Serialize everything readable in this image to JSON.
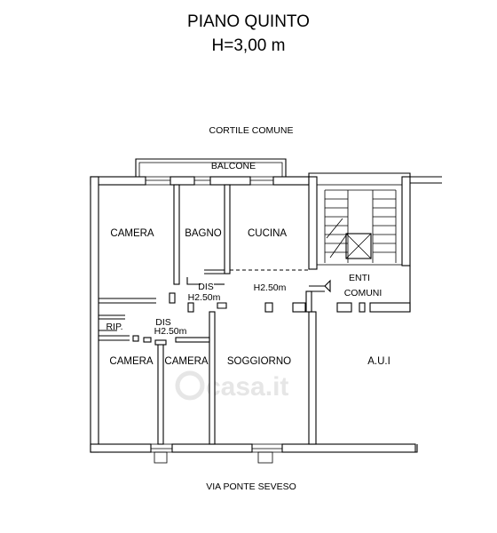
{
  "header": {
    "title": "PIANO QUINTO",
    "height": "H=3,00 m"
  },
  "surroundings": {
    "top": "CORTILE COMUNE",
    "bottom": "VIA PONTE SEVESO"
  },
  "rooms": {
    "balcone": "BALCONE",
    "camera_top": "CAMERA",
    "bagno": "BAGNO",
    "cucina": "CUCINA",
    "dis_upper": "DIS",
    "dis_upper_h": "H2.50m",
    "corridor_h": "H2.50m",
    "enti": "ENTI",
    "comuni": "COMUNI",
    "rip": "RIP.",
    "dis_lower": "DIS",
    "dis_lower_h": "H2.50m",
    "camera_left": "CAMERA",
    "camera_mid": "CAMERA",
    "soggiorno": "SOGGIORNO",
    "aui": "A.U.I"
  },
  "watermark": "casa.it"
}
